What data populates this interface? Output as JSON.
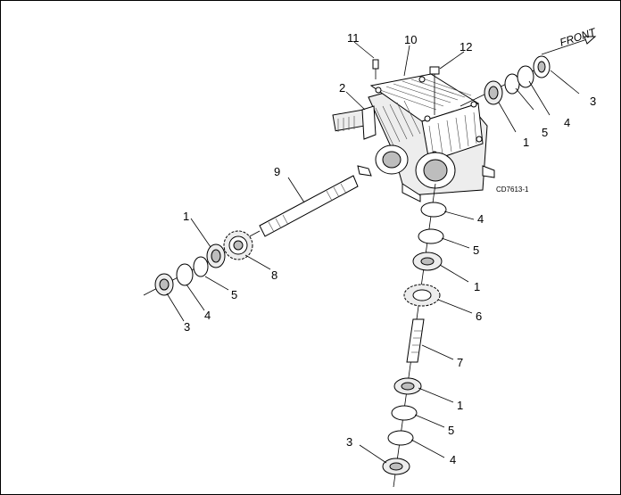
{
  "figure": {
    "code": "CD7613-1",
    "direction_label": "FRONT"
  },
  "callouts": [
    "1",
    "2",
    "3",
    "4",
    "5",
    "6",
    "7",
    "8",
    "9",
    "10",
    "11",
    "12"
  ],
  "labels": {
    "l11": "11",
    "l10": "10",
    "l12": "12",
    "l2": "2",
    "l1_top": "1",
    "l5_top": "5",
    "l4_top": "4",
    "l3_top": "3",
    "l9": "9",
    "l1_left": "1",
    "l8": "8",
    "l5_left": "5",
    "l4_left": "4",
    "l3_left": "3",
    "l4_mid": "4",
    "l5_mid": "5",
    "l1_mid": "1",
    "l6": "6",
    "l7": "7",
    "l1_bot": "1",
    "l5_bot": "5",
    "l4_bot": "4",
    "l3_bot": "3"
  }
}
